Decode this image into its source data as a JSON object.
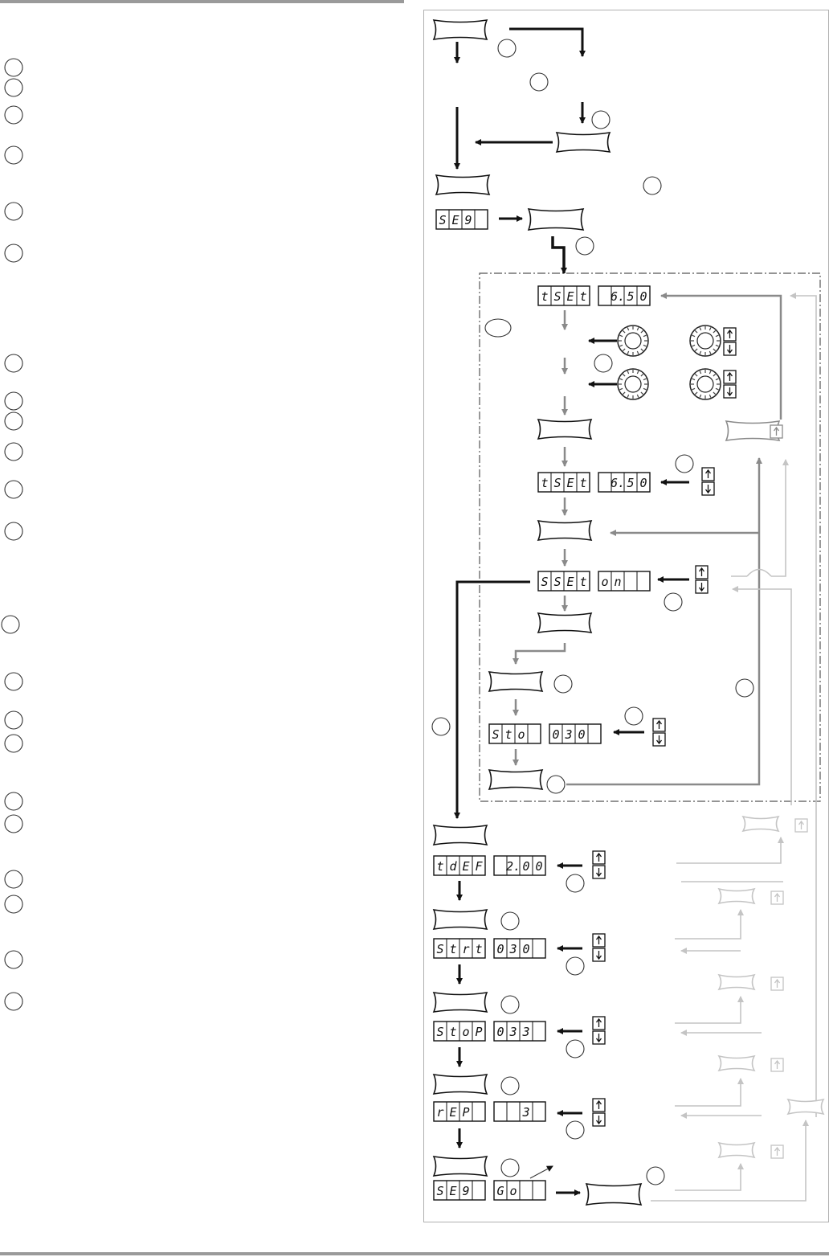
{
  "left_column": {
    "markers": [
      "",
      "",
      "",
      "",
      "",
      "",
      "",
      "",
      "",
      "",
      "",
      "",
      "",
      "",
      "",
      "",
      "",
      "",
      "",
      "",
      "",
      "",
      ""
    ]
  },
  "displays": {
    "seq_top": [
      "S",
      "E",
      "9",
      ""
    ],
    "tset1_label": [
      "t",
      "S",
      "E",
      "t"
    ],
    "tset1_value": [
      "",
      "6.",
      "5",
      "0"
    ],
    "tset2_label": [
      "t",
      "S",
      "E",
      "t"
    ],
    "tset2_value": [
      "",
      "6.",
      "5",
      "0"
    ],
    "sset_label": [
      "S",
      "S",
      "E",
      "t"
    ],
    "sset_value": [
      "o",
      "n",
      "",
      ""
    ],
    "sto_label": [
      "S",
      "t",
      "o",
      ""
    ],
    "sto_value": [
      "0",
      "3",
      "0",
      ""
    ],
    "tdef_label": [
      "t",
      "d",
      "E",
      "F"
    ],
    "tdef_value": [
      "",
      "2.",
      "0",
      "0"
    ],
    "strt_label": [
      "S",
      "t",
      "r",
      "t"
    ],
    "strt_value": [
      "0",
      "3",
      "0",
      ""
    ],
    "stop_label": [
      "S",
      "t",
      "o",
      "P"
    ],
    "stop_value": [
      "0",
      "3",
      "3",
      ""
    ],
    "rep_label": [
      "r",
      "E",
      "P",
      ""
    ],
    "rep_value": [
      "",
      "",
      "3",
      ""
    ],
    "seq_go_label": [
      "S",
      "E",
      "9",
      ""
    ],
    "seq_go_value": [
      "G",
      "o",
      "",
      ""
    ]
  },
  "colors": {
    "black": "#111111",
    "gray": "#8a8a8a",
    "light_gray": "#c4c4c4",
    "dash": "#555555"
  },
  "icons": [
    "up-down-button-icon",
    "rotary-knob-icon",
    "key-button-icon",
    "step-circle-icon"
  ]
}
